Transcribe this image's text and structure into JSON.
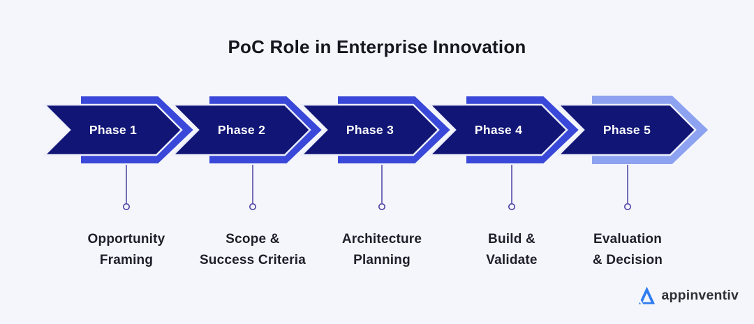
{
  "title": "PoC Role in Enterprise Innovation",
  "phases": [
    {
      "phase_label": "Phase 1",
      "label_line1": "Opportunity",
      "label_line2": "Framing"
    },
    {
      "phase_label": "Phase 2",
      "label_line1": "Scope &",
      "label_line2": "Success Criteria"
    },
    {
      "phase_label": "Phase 3",
      "label_line1": "Architecture",
      "label_line2": "Planning"
    },
    {
      "phase_label": "Phase 4",
      "label_line1": "Build &",
      "label_line2": "Validate"
    },
    {
      "phase_label": "Phase 5",
      "label_line1": "Evaluation",
      "label_line2": "& Decision"
    }
  ],
  "logo": {
    "text": "appinventiv",
    "mark": "triangle-a-icon"
  },
  "colors": {
    "background": "#f4f6fb",
    "arrow_dark": "#111575",
    "arrow_accent": "#3948d8",
    "arrow_accent_last": "#8da2f0",
    "arrow_stroke": "#edeffb",
    "connector": "#4a41a5",
    "title_text": "#16161f",
    "label_text": "#1e1f29",
    "phase_text": "#ffffff",
    "logo_blue": "#2e7cf0",
    "logo_text": "#2f2f38"
  }
}
